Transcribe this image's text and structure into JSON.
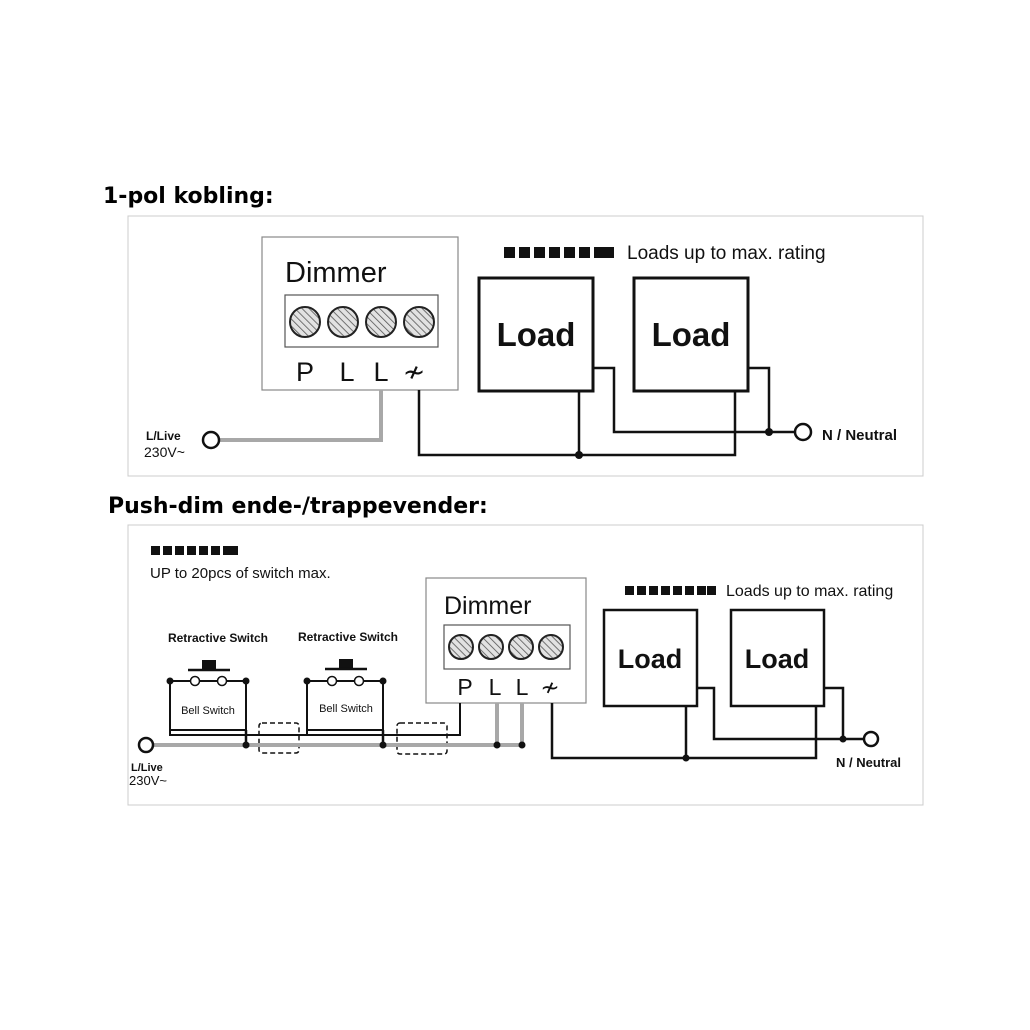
{
  "diagram1": {
    "heading": "1-pol kobling:",
    "dimmer_title": "Dimmer",
    "terminals": [
      "P",
      "L",
      "L",
      "≁"
    ],
    "loads_note": "Loads up to max. rating",
    "load_labels": [
      "Load",
      "Load"
    ],
    "live_label": "L/Live",
    "voltage_label": "230V~",
    "neutral_label": "N / Neutral"
  },
  "diagram2": {
    "heading": "Push-dim ende-/trappevender:",
    "switch_note": "UP to 20pcs of switch max.",
    "switch_titles": [
      "Retractive Switch",
      "Retractive Switch"
    ],
    "switch_bodies": [
      "Bell Switch",
      "Bell Switch"
    ],
    "dimmer_title": "Dimmer",
    "terminals": [
      "P",
      "L",
      "L",
      "≁"
    ],
    "loads_note": "Loads up to max. rating",
    "load_labels": [
      "Load",
      "Load"
    ],
    "live_label": "L/Live",
    "voltage_label": "230V~",
    "neutral_label": "N / Neutral"
  },
  "colors": {
    "wire": "#111111",
    "live_wire": "#a8a8a8",
    "panel_border": "#cccccc",
    "terminal_fill": "#d9d9d9"
  }
}
